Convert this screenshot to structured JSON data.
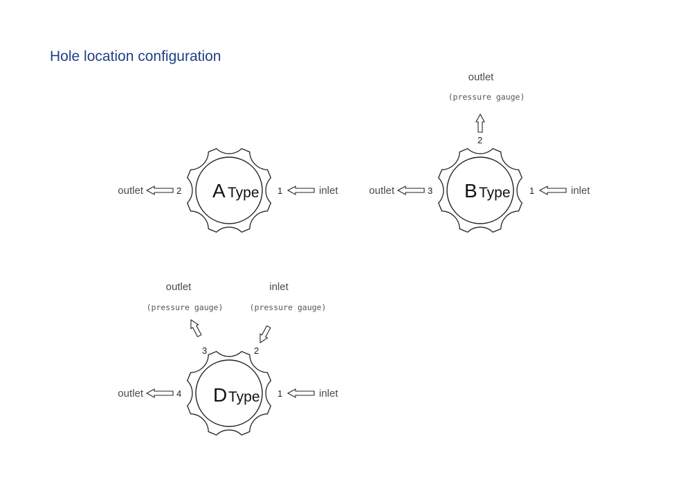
{
  "title": "Hole location configuration",
  "types": [
    {
      "id": "a",
      "letter": "A",
      "suffix": "Type",
      "left_num": "2",
      "right_num": "1",
      "left_label": "outlet",
      "right_label": "inlet"
    },
    {
      "id": "b",
      "letter": "B",
      "suffix": "Type",
      "left_num": "3",
      "right_num": "1",
      "top_num": "2",
      "left_label": "outlet",
      "right_label": "inlet",
      "top_label": "outlet",
      "top_sub": "(pressure gauge)"
    },
    {
      "id": "d",
      "letter": "D",
      "suffix": "Type",
      "left_num": "4",
      "right_num": "1",
      "upper_left_num": "3",
      "upper_right_num": "2",
      "left_label": "outlet",
      "right_label": "inlet",
      "upper_left_label": "outlet",
      "upper_left_sub": "(pressure gauge)",
      "upper_right_label": "inlet",
      "upper_right_sub": "(pressure gauge)"
    }
  ]
}
